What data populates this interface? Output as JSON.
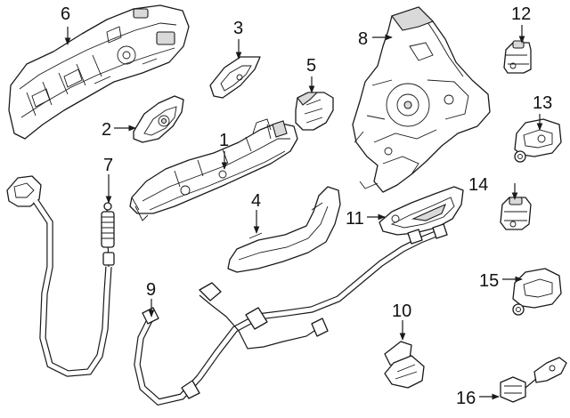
{
  "callouts": [
    {
      "key": "c6",
      "label": "6"
    },
    {
      "key": "c3",
      "label": "3"
    },
    {
      "key": "c8",
      "label": "8"
    },
    {
      "key": "c12",
      "label": "12"
    },
    {
      "key": "c5",
      "label": "5"
    },
    {
      "key": "c2",
      "label": "2"
    },
    {
      "key": "c13",
      "label": "13"
    },
    {
      "key": "c1",
      "label": "1"
    },
    {
      "key": "c7",
      "label": "7"
    },
    {
      "key": "c14",
      "label": "14"
    },
    {
      "key": "c4",
      "label": "4"
    },
    {
      "key": "c11",
      "label": "11"
    },
    {
      "key": "c15",
      "label": "15"
    },
    {
      "key": "c9",
      "label": "9"
    },
    {
      "key": "c10",
      "label": "10"
    },
    {
      "key": "c16",
      "label": "16"
    }
  ],
  "colors": {
    "line": "#1a1a1a",
    "background": "#ffffff",
    "shade": "#d9d9d9"
  }
}
